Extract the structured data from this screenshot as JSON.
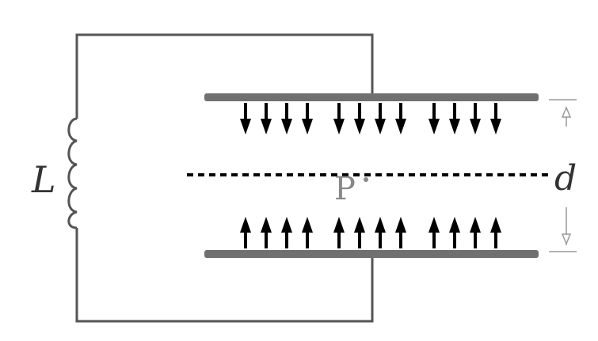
{
  "labels": {
    "inductor": "L",
    "point": "P",
    "gap": "d"
  },
  "field": {
    "top_arrow_groups": [
      4,
      4,
      4
    ],
    "bottom_arrow_groups": [
      4,
      4,
      4
    ],
    "top_direction": "down",
    "bottom_direction": "up"
  },
  "colors": {
    "wire": "#555555",
    "plate": "#707070",
    "arrow": "#000000",
    "dim_line": "#999999",
    "text": "#333333"
  }
}
